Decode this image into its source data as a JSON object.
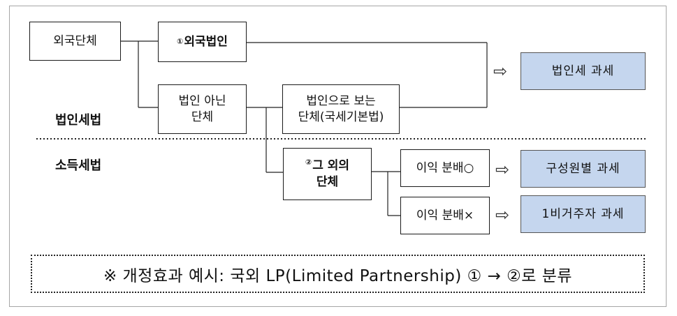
{
  "boxes": {
    "foreign_entity": "외국단체",
    "foreign_corp_num": "①",
    "foreign_corp": "외국법인",
    "non_corp_entity": "법인 아닌\n단체",
    "deemed_corp": "법인으로 보는\n단체(국세기본법)",
    "other_entity_num": "②",
    "other_entity": "그 외의\n단체",
    "profit_dist_yes": "이익 분배○",
    "profit_dist_no": "이익 분배×"
  },
  "results": {
    "corp_tax": "법인세 과세",
    "member_tax": "구성원별 과세",
    "nonresident_tax": "1비거주자 과세"
  },
  "arrow_glyph": "⇨",
  "section_labels": {
    "corporate_tax_act": "법인세법",
    "income_tax_act": "소득세법"
  },
  "note": "※ 개정효과 예시: 국외 LP(Limited Partnership) ① → ②로 분류",
  "colors": {
    "result_fill": "#c5d6ee",
    "frame_border": "#a6a6a6"
  }
}
